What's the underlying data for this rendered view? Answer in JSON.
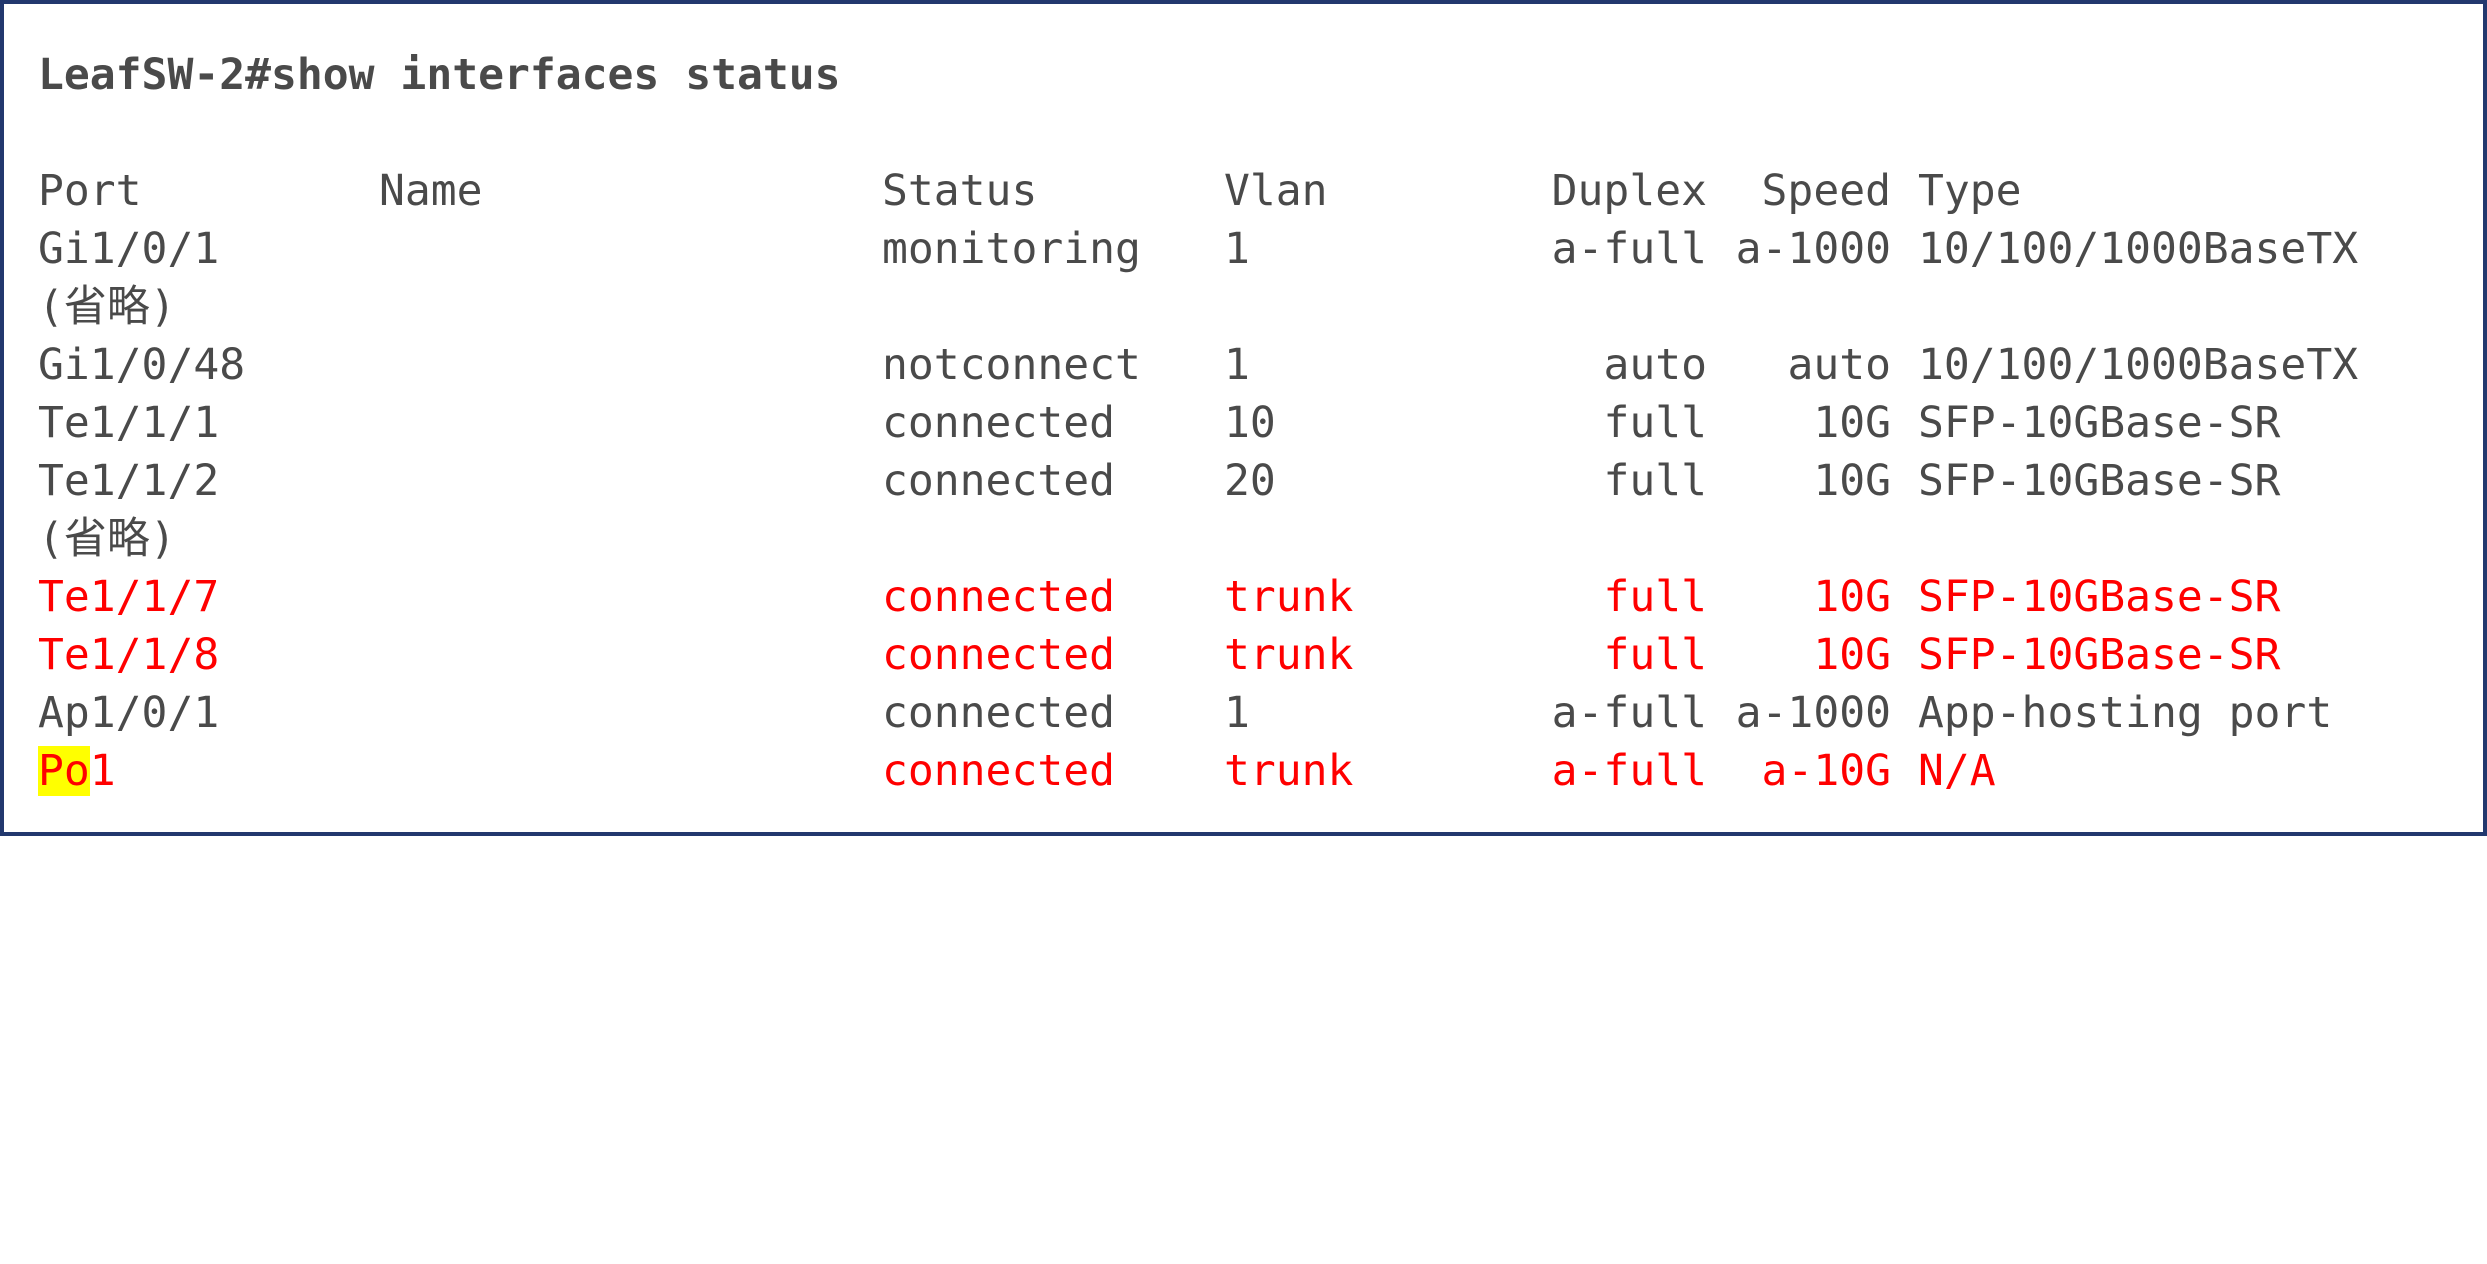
{
  "prompt": "LeafSW-2#show interfaces status",
  "headers": {
    "port": "Port",
    "name": "Name",
    "status": "Status",
    "vlan": "Vlan",
    "duplex": "Duplex",
    "speed": "Speed",
    "type": "Type"
  },
  "omitted_label": "(省略)",
  "rows": [
    {
      "port_a": "Gi1/0/1",
      "port_b": "",
      "name": "",
      "status": "monitoring",
      "vlan": "1",
      "duplex": "a-full",
      "speed": "a-1000",
      "type": "10/100/1000BaseTX"
    },
    {
      "port_a": "Gi1/0/48",
      "port_b": "",
      "name": "",
      "status": "notconnect",
      "vlan": "1",
      "duplex": "auto",
      "speed": "auto",
      "type": "10/100/1000BaseTX"
    },
    {
      "port_a": "Te1/1/1",
      "port_b": "",
      "name": "",
      "status": "connected",
      "vlan": "10",
      "duplex": "full",
      "speed": "10G",
      "type": "SFP-10GBase-SR"
    },
    {
      "port_a": "Te1/1/2",
      "port_b": "",
      "name": "",
      "status": "connected",
      "vlan": "20",
      "duplex": "full",
      "speed": "10G",
      "type": "SFP-10GBase-SR"
    },
    {
      "port_a": "Te1/1/7",
      "port_b": "",
      "name": "",
      "status": "connected",
      "vlan": "trunk",
      "duplex": "full",
      "speed": "10G",
      "type": "SFP-10GBase-SR"
    },
    {
      "port_a": "Te1/1/8",
      "port_b": "",
      "name": "",
      "status": "connected",
      "vlan": "trunk",
      "duplex": "full",
      "speed": "10G",
      "type": "SFP-10GBase-SR"
    },
    {
      "port_a": "Ap1/0/1",
      "port_b": "",
      "name": "",
      "status": "connected",
      "vlan": "1",
      "duplex": "a-full",
      "speed": "a-1000",
      "type": "App-hosting port"
    },
    {
      "port_a": "Po",
      "port_b": "1",
      "name": "",
      "status": "connected",
      "vlan": "trunk",
      "duplex": "a-full",
      "speed": "a-10G",
      "type": "N/A"
    }
  ],
  "colors": {
    "text": "#4a4a4a",
    "emphasis_red": "#ff0000",
    "highlight_yellow": "#ffff00",
    "border": "#22386e"
  }
}
